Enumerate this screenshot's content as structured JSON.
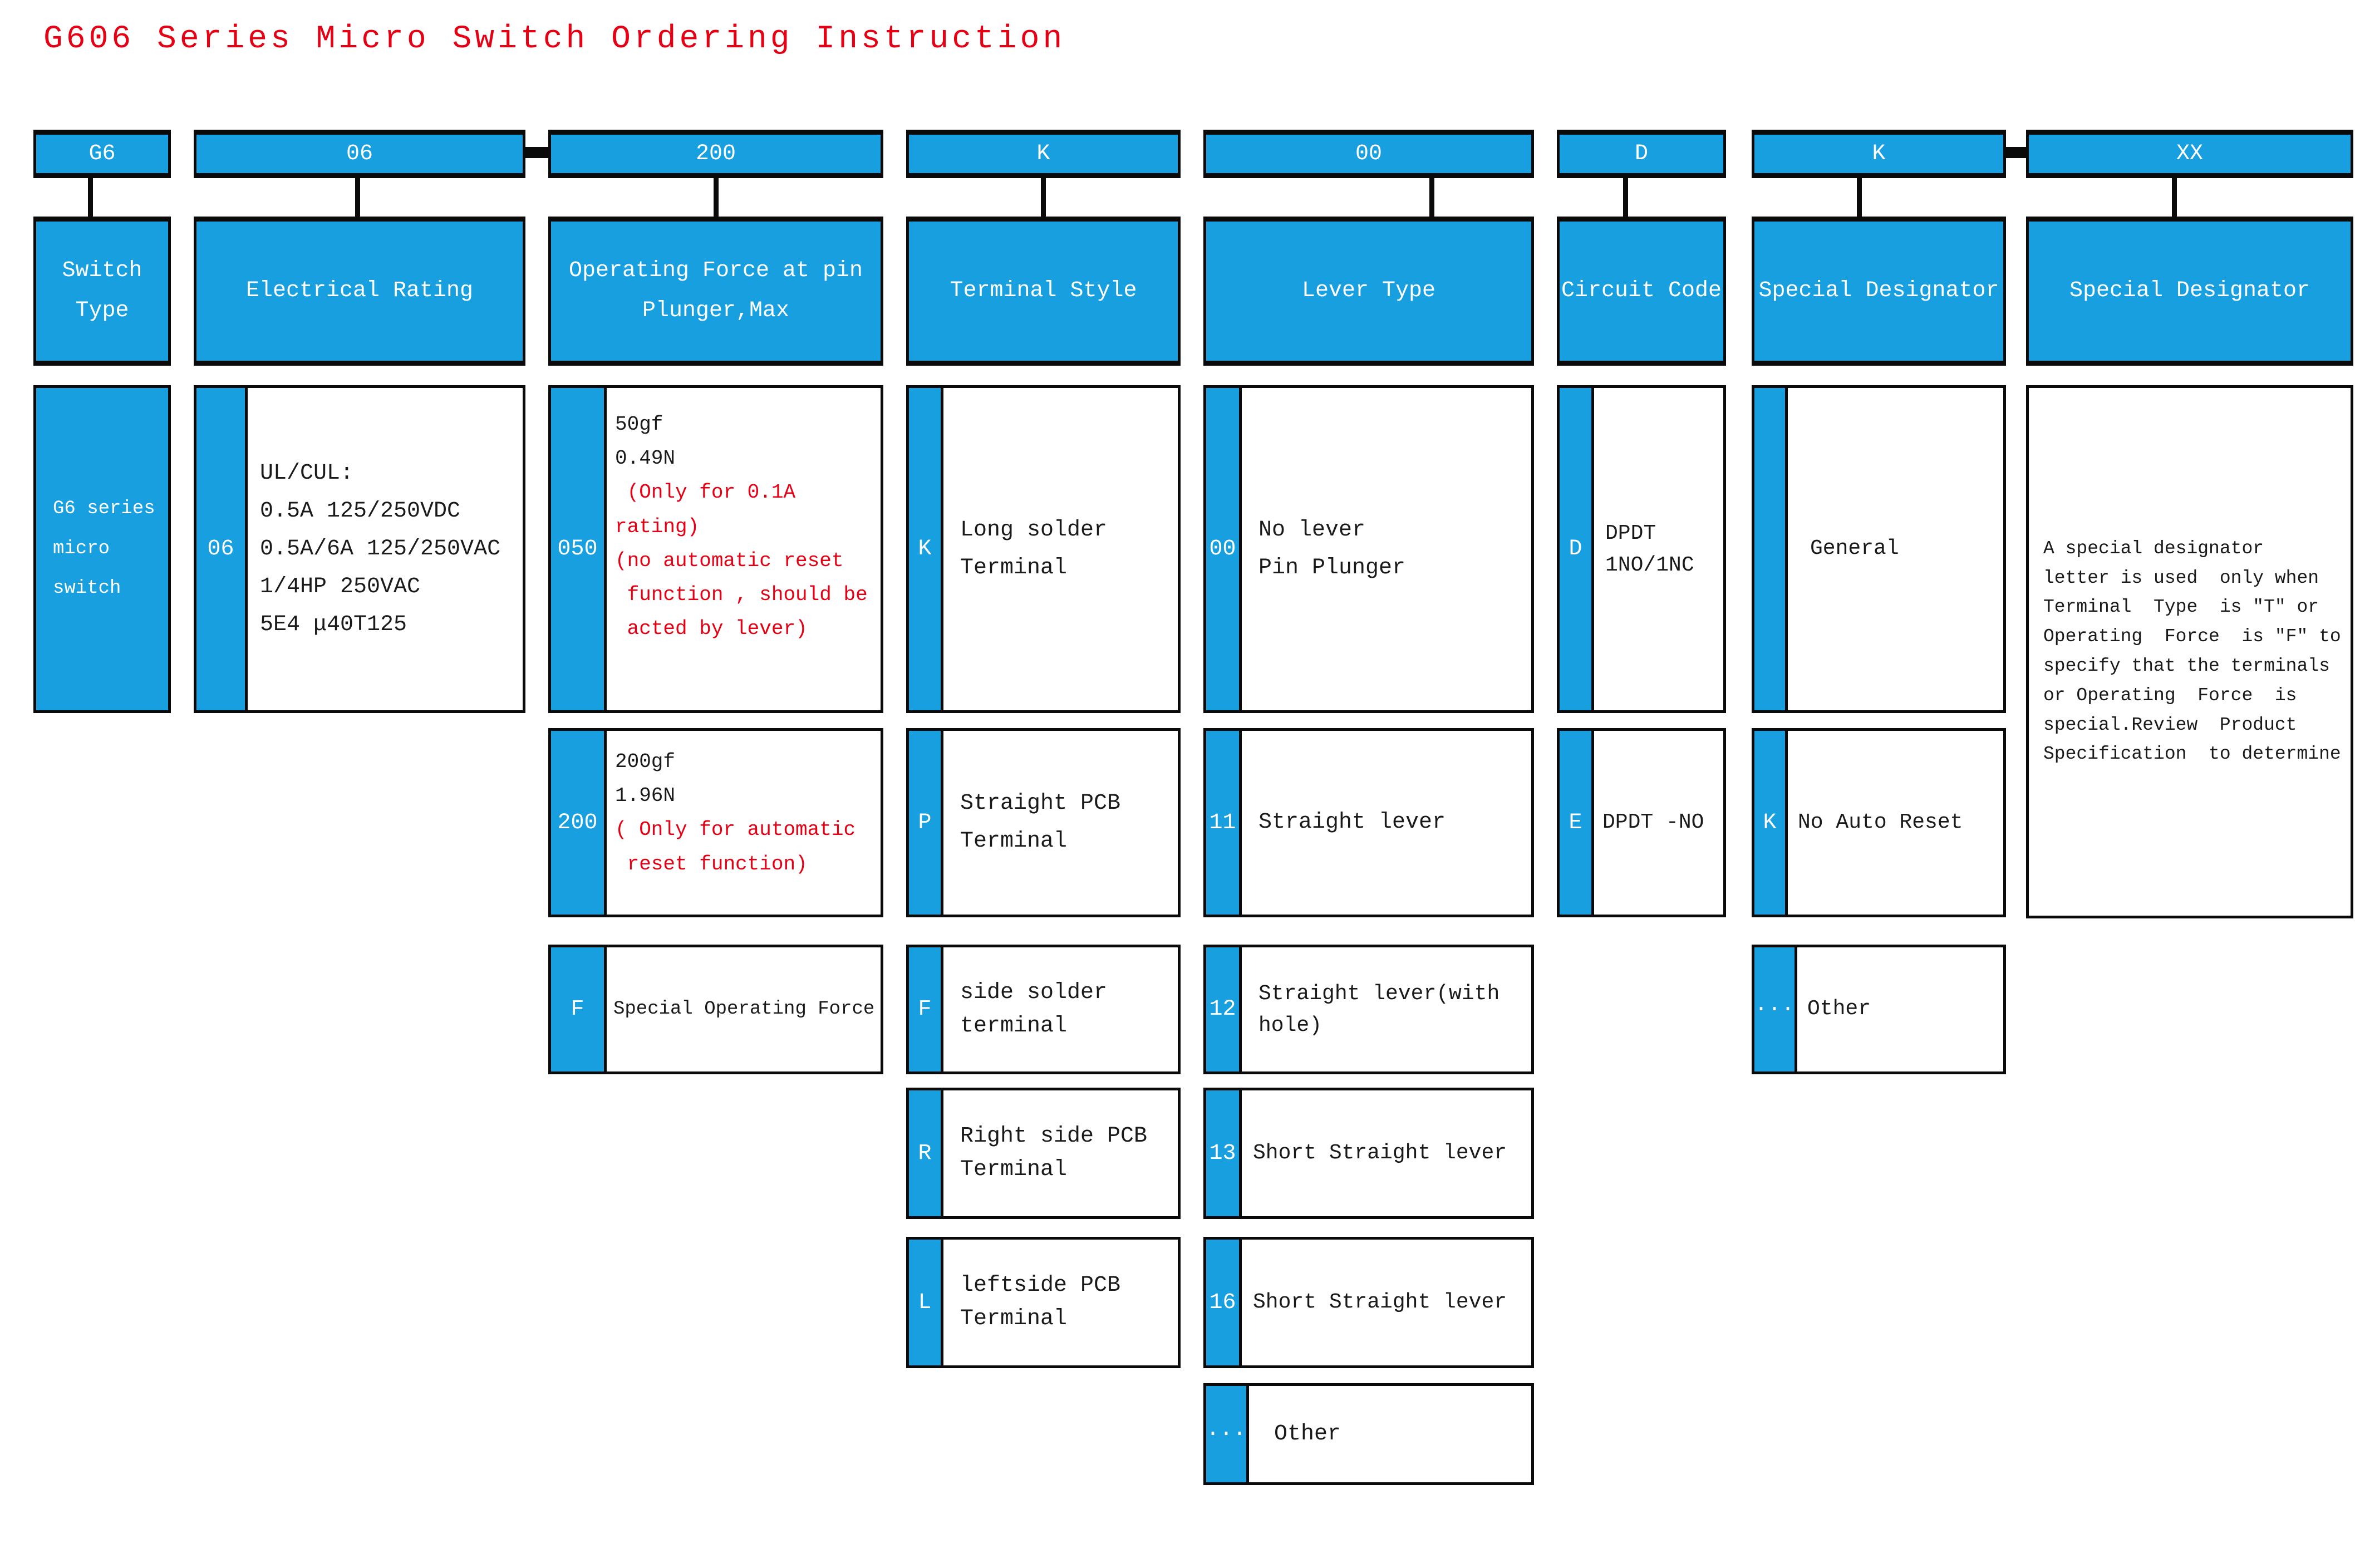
{
  "title": "G606 Series Micro Switch Ordering Instruction",
  "colors": {
    "blue": "#189FE0",
    "red": "#E60014",
    "border": "#0a0a0a"
  },
  "columns": [
    {
      "code": "G6",
      "header": "Switch\nType",
      "cell": "G6 series\nmicro\nswitch"
    },
    {
      "code": "06",
      "header": "Electrical Rating",
      "rows": [
        {
          "code": "06",
          "text": "UL/CUL:\n0.5A 125/250VDC\n0.5A/6A 125/250VAC\n1/4HP 250VAC\n5E4 μ40T125"
        }
      ]
    },
    {
      "code": "200",
      "header": "Operating Force at pin\nPlunger,Max",
      "rows": [
        {
          "code": "050",
          "text": "50gf\n0.49N",
          "note": " (Only for 0.1A rating)\n(no automatic reset\n function , should be\n acted by lever)"
        },
        {
          "code": "200",
          "text": "200gf\n1.96N",
          "note": "( Only for automatic\n reset function)"
        },
        {
          "code": "F",
          "text": "Special Operating Force"
        }
      ]
    },
    {
      "code": "K",
      "header": "Terminal Style",
      "rows": [
        {
          "code": "K",
          "text": "Long solder\nTerminal"
        },
        {
          "code": "P",
          "text": "Straight PCB\nTerminal"
        },
        {
          "code": "F",
          "text": "side solder\nterminal"
        },
        {
          "code": "R",
          "text": "Right side PCB\nTerminal"
        },
        {
          "code": "L",
          "text": "leftside PCB\nTerminal"
        }
      ]
    },
    {
      "code": "00",
      "header": "Lever Type",
      "rows": [
        {
          "code": "00",
          "text": "No lever\nPin Plunger"
        },
        {
          "code": "11",
          "text": "Straight lever"
        },
        {
          "code": "12",
          "text": "Straight lever(with\nhole)"
        },
        {
          "code": "13",
          "text": "Short Straight lever"
        },
        {
          "code": "16",
          "text": "Short Straight lever"
        },
        {
          "code": "···",
          "text": "Other"
        }
      ]
    },
    {
      "code": "D",
      "header": "Circuit Code",
      "rows": [
        {
          "code": "D",
          "text": "DPDT\n1NO/1NC"
        },
        {
          "code": "E",
          "text": "DPDT -NO"
        }
      ]
    },
    {
      "code": "K",
      "header": "Special Designator",
      "rows": [
        {
          "code": "",
          "text": "General"
        },
        {
          "code": "K",
          "text": "No Auto Reset"
        },
        {
          "code": "···",
          "text": "Other"
        }
      ]
    },
    {
      "code": "XX",
      "header": "Special Designator",
      "paragraph": "A special designator\nletter is used  only when\nTerminal  Type  is ″T″ or\nOperating  Force  is ″F″ to\nspecify that the terminals\nor Operating  Force  is\nspecial.Review  Product\nSpecification  to determine"
    }
  ]
}
